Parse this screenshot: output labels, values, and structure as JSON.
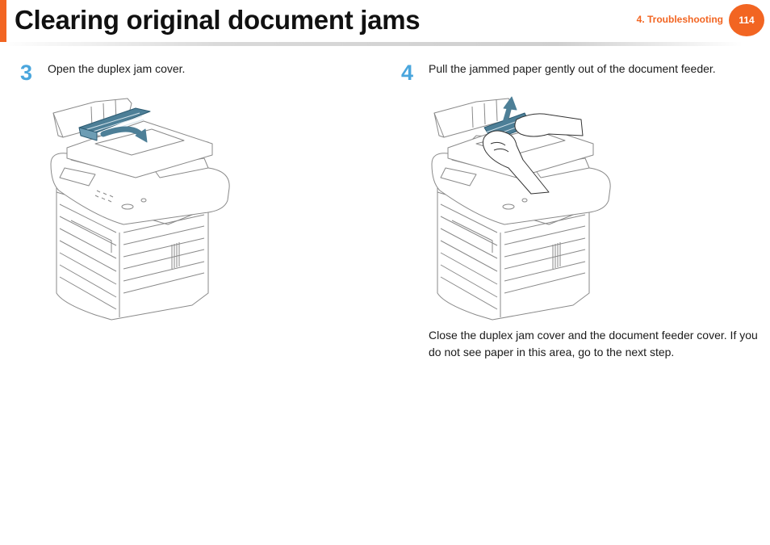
{
  "header": {
    "title": "Clearing original document jams",
    "section": "4.  Troubleshooting",
    "page_number": "114"
  },
  "steps": [
    {
      "number": "3",
      "text": "Open the duplex jam cover."
    },
    {
      "number": "4",
      "text": "Pull the jammed paper gently out of the document feeder."
    }
  ],
  "note": "Close the duplex jam cover and the document feeder cover. If you do not see paper in this area, go to the next step.",
  "colors": {
    "accent": "#f26522",
    "step_number": "#4aa6dd",
    "illustration_highlight": "#4d7f97"
  }
}
